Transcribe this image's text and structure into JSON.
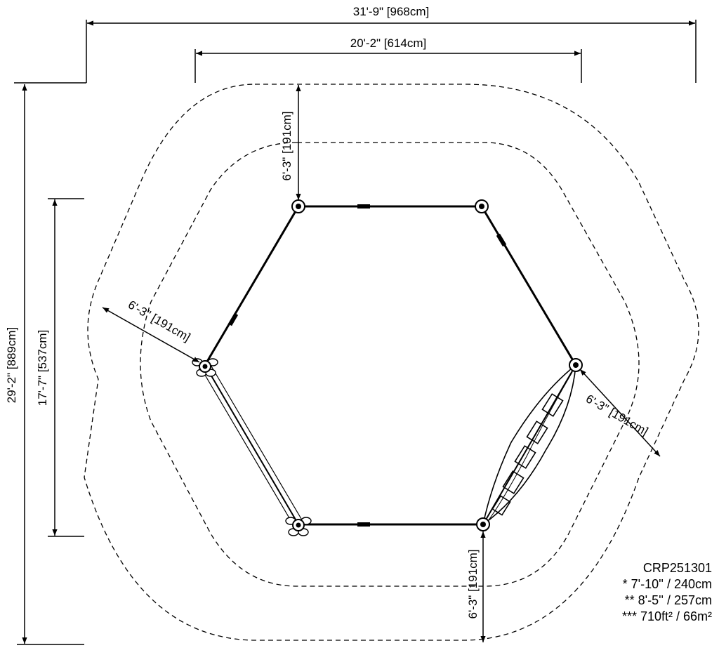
{
  "dimensions": {
    "overall_width": "31'-9\" [968cm]",
    "frame_width": "20'-2\" [614cm]",
    "overall_height": "29'-2\" [889cm]",
    "frame_height": "17'-7\" [537cm]",
    "clearance_top": "6'-3\" [191cm]",
    "clearance_left": "6'-3\" [191cm]",
    "clearance_right": "6'-3\" [191cm]",
    "clearance_bottom": "6'-3\" [191cm]"
  },
  "notes": {
    "model": "CRP251301",
    "line1": "* 7'-10'' / 240cm",
    "line2": "** 8'-5'' / 257cm",
    "line3": "*** 710ft² / 66m²"
  },
  "colors": {
    "line": "#000000",
    "background": "#ffffff"
  },
  "icons": [
    "swing-seat-icon",
    "post-node-icon"
  ]
}
